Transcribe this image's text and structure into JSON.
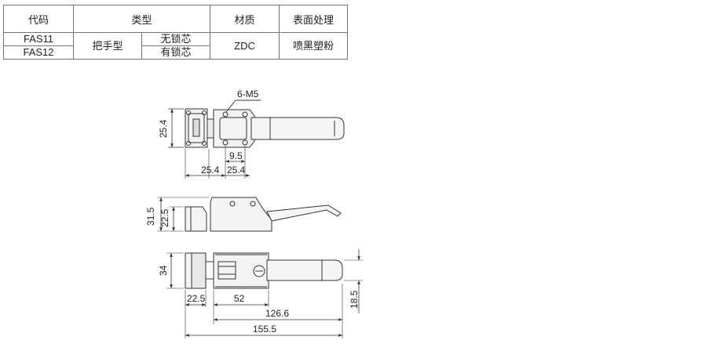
{
  "table": {
    "headers": [
      "代码",
      "类型",
      "材质",
      "表面处理"
    ],
    "rows": [
      {
        "code": "FAS11",
        "type_sub": "无锁芯"
      },
      {
        "code": "FAS12",
        "type_sub": "有锁芯"
      }
    ],
    "type_main": "把手型",
    "material": "ZDC",
    "surface": "喷黑塑粉"
  },
  "drawing": {
    "top_view": {
      "hole_label": "6-M5",
      "height": "25.4",
      "offset": "9.5",
      "pitch_left": "25.4",
      "pitch_right": "25.4"
    },
    "side_view": {
      "total_height": "31.5",
      "base_height": "22.5"
    },
    "bottom_view": {
      "height": "34",
      "base_width": "22.5",
      "body_width": "52",
      "handle_length": "126.6",
      "total_length": "155.5",
      "offset_height": "18.5"
    }
  }
}
